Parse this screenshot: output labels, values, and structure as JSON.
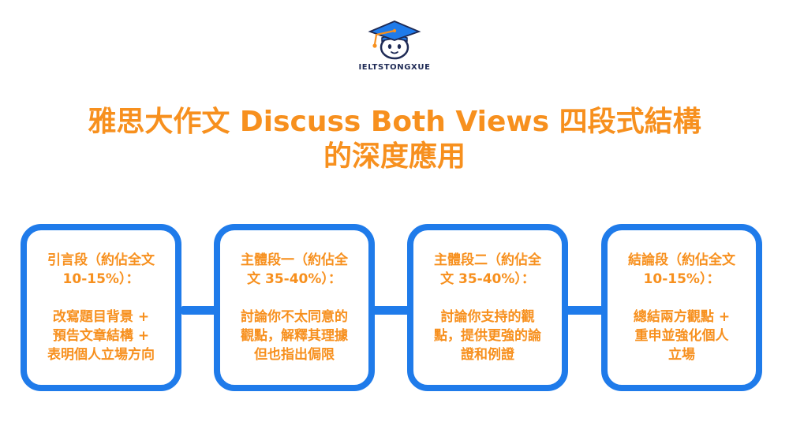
{
  "logo": {
    "text": "IELTSTONGXUE"
  },
  "title": {
    "line1": "雅思大作文 Discuss Both Views 四段式結構",
    "line2": "的深度應用"
  },
  "boxes": [
    {
      "heading": [
        "引言段（約佔全文",
        "10-15%）："
      ],
      "body": [
        "改寫題目背景 +",
        "預告文章結構 +",
        "表明個人立場方向"
      ]
    },
    {
      "heading": [
        "主體段一（約佔全",
        "文 35-40%）："
      ],
      "body": [
        "討論你不太同意的",
        "觀點，解釋其理據",
        "但也指出侷限"
      ]
    },
    {
      "heading": [
        "主體段二（約佔全",
        "文 35-40%）："
      ],
      "body": [
        "討論你支持的觀",
        "點，提供更強的論",
        "證和例證"
      ]
    },
    {
      "heading": [
        "結論段（約佔全文",
        "10-15%）："
      ],
      "body": [
        "總結兩方觀點 +",
        "重申並強化個人",
        "立場"
      ]
    }
  ],
  "colors": {
    "accent_orange": "#f7901e",
    "border_blue": "#1f7bea",
    "logo_navy": "#1e2a55"
  }
}
